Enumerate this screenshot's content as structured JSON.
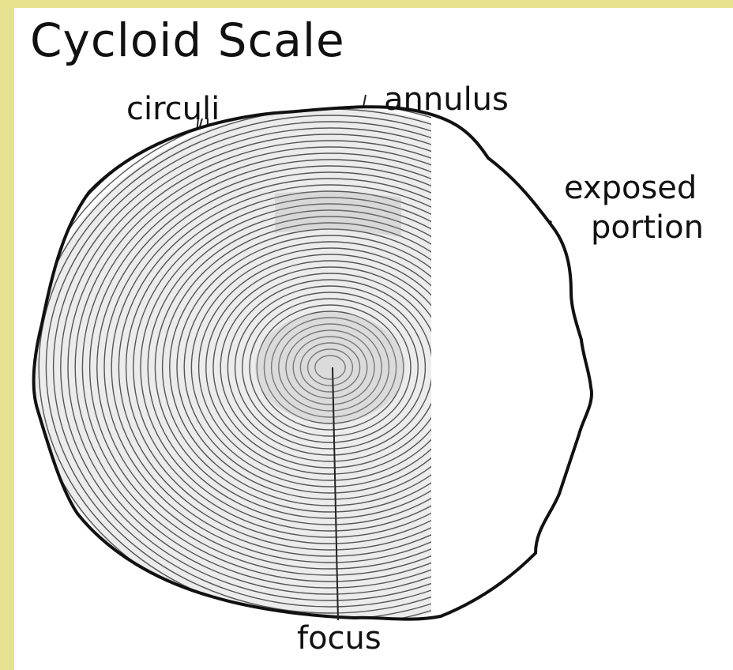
{
  "title": "Cycloid Scale",
  "labels": {
    "circuli": "circuli",
    "annulus": "annulus",
    "exposed": "exposed",
    "portion": "portion",
    "focus": "focus"
  },
  "colors": {
    "frame": "#e6e28f",
    "background": "#ffffff",
    "outline": "#111111",
    "rings": "#555555",
    "shading": "#a8a8a8"
  }
}
